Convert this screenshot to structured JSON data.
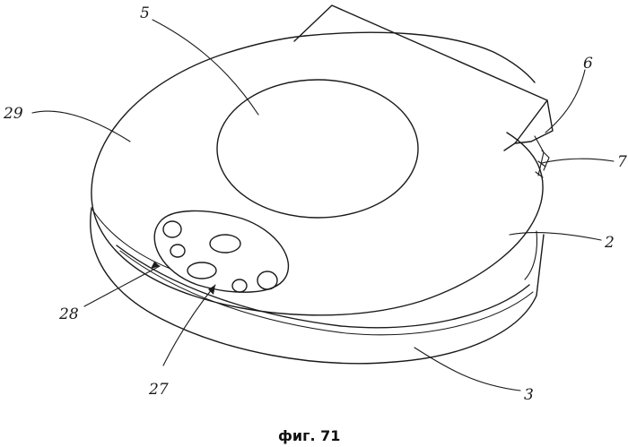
{
  "figure": {
    "caption": "фиг. 71",
    "labels": {
      "l5": "5",
      "l29": "29",
      "l6": "6",
      "l7": "7",
      "l2": "2",
      "l28": "28",
      "l27": "27",
      "l3": "3"
    }
  }
}
